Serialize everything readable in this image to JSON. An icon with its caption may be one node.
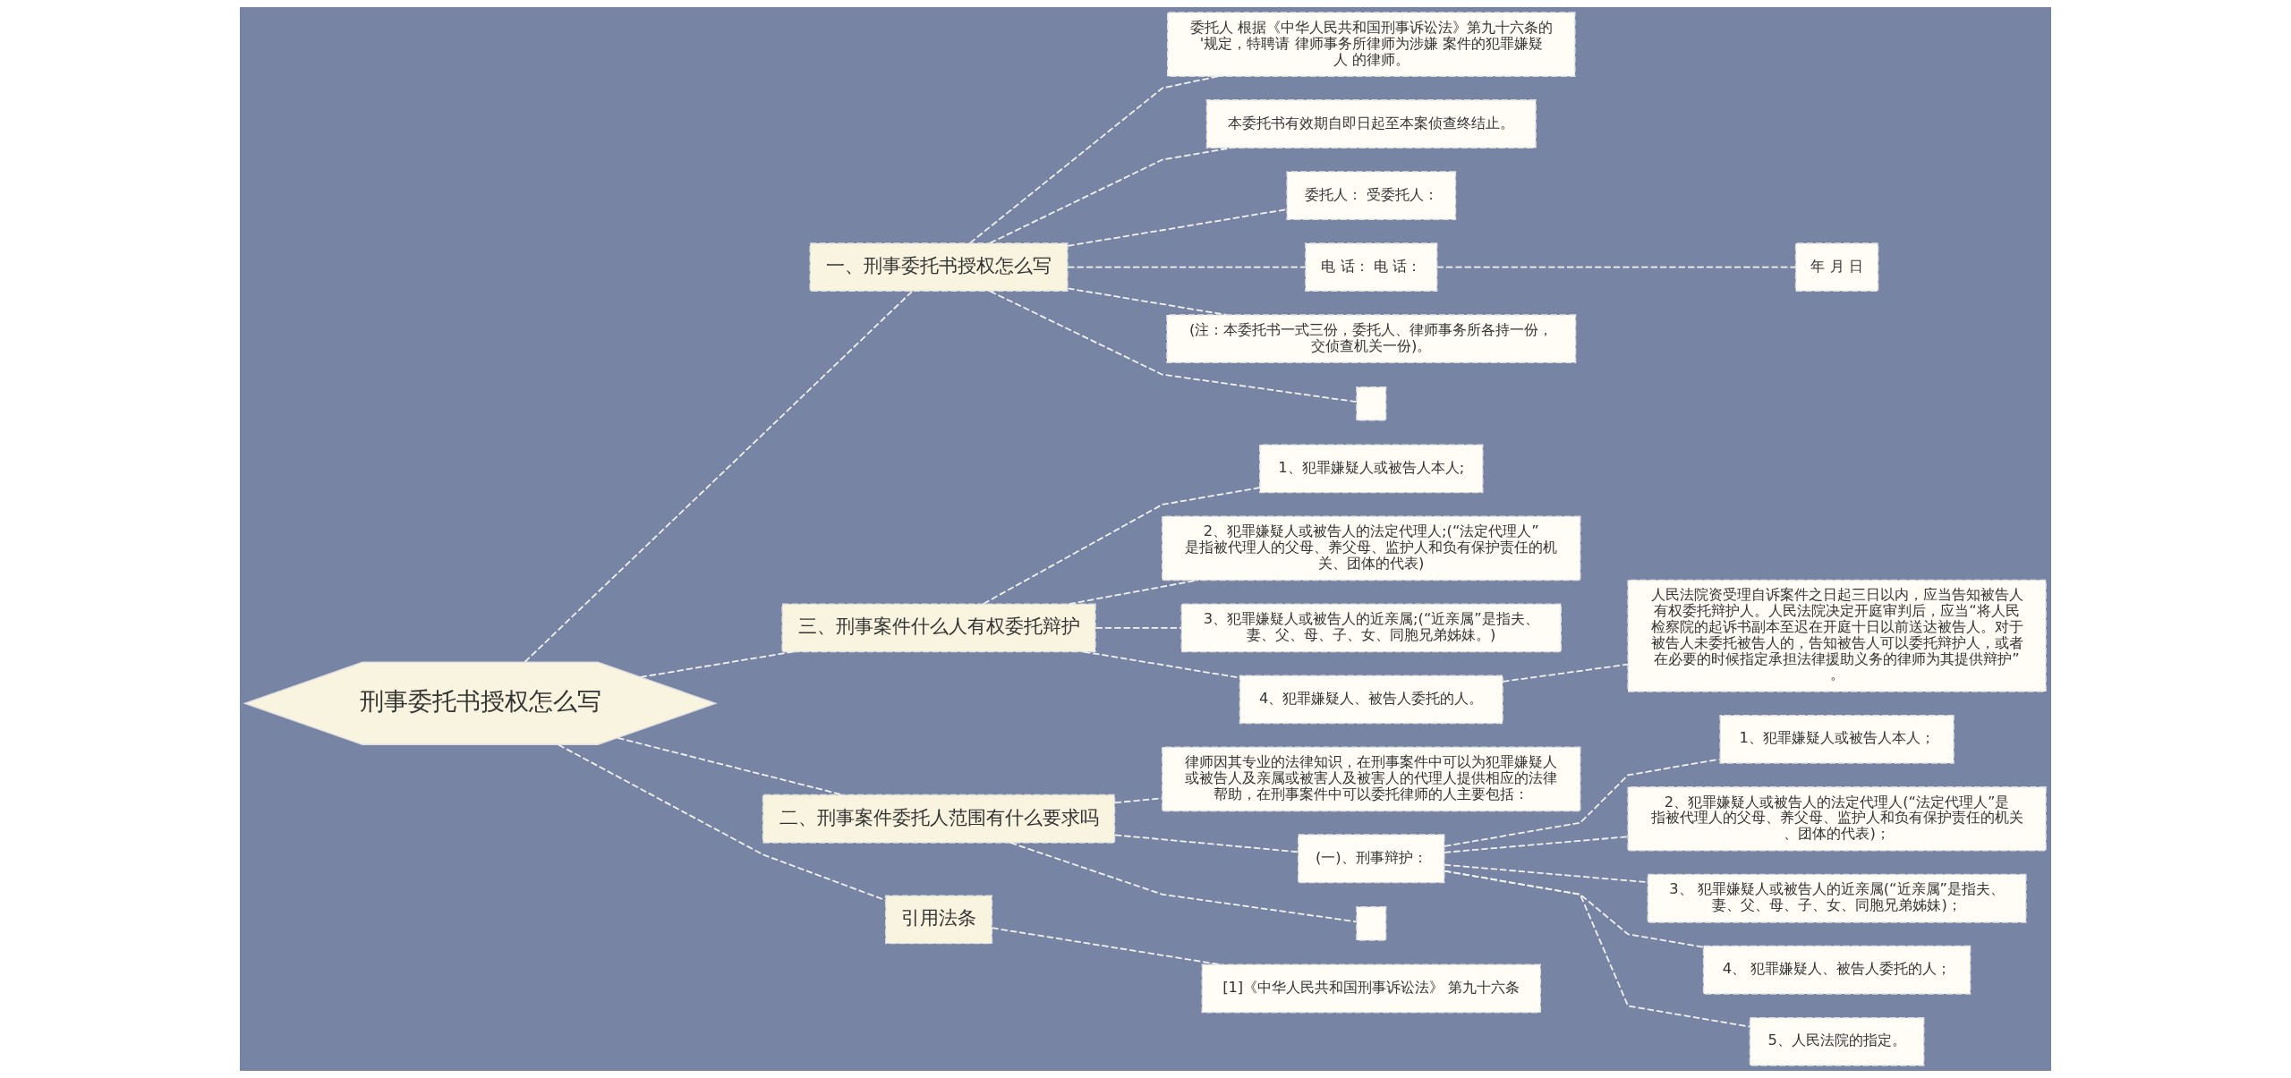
{
  "diagram": {
    "nodes": [
      {
        "text": [
          "刑事委托书授权怎么写"
        ]
      },
      {
        "text": [
          "一、刑事委托书授权怎么写"
        ]
      },
      {
        "text": [
          "委托人 根据《中华人民共和国刑事诉讼法》第九十六条的'规定，特聘请 律师事务所律师为涉嫌 案件的犯罪嫌疑人 的律师。"
        ]
      },
      {
        "text": [
          "本委托书有效期自即日起至本案侦查终结止。"
        ]
      },
      {
        "text": [
          "委托人： 受委托人："
        ]
      },
      {
        "text": [
          "电 话： 电 话："
        ]
      },
      {
        "text": [
          "年 月 日"
        ]
      },
      {
        "text": [
          "(注：本委托书一式三份，委托人、律师事务所各持一份，交侦查机关一份)。"
        ]
      },
      {
        "text": [],
        "shape": "box"
      },
      {
        "text": [
          "三、刑事案件什么人有权委托辩护"
        ]
      },
      {
        "text": [
          "1、犯罪嫌疑人或被告人本人;"
        ]
      },
      {
        "text": [
          "2、犯罪嫌疑人或被告人的法定代理人;(“法定代理人”是指被代理人的父母、养父母、监护人和负有保护责任的机关、团体的代表)"
        ]
      },
      {
        "text": [
          "3、犯罪嫌疑人或被告人的近亲属;(“近亲属”是指夫、妻、父、母、子、女、同胞兄弟姊妹。)"
        ]
      },
      {
        "text": [
          "4、犯罪嫌疑人、被告人委托的人。"
        ]
      },
      {
        "text": [
          "人民法院资受理自诉案件之日起三日以内，应当告知被告人有权委托辩护人。人民法院决定开庭审判后，应当“将人民检察院的起诉书副本至迟在开庭十日以前送达被告人。对于被告人未委托被告人的，告知被告人可以委托辩护人，或者在必要的时候指定承担法律援助义务的律师为其提供辩护”。"
        ]
      },
      {
        "text": [
          "二、刑事案件委托人范围有什么要求吗"
        ]
      },
      {
        "text": [
          "律师因其专业的法律知识，在刑事案件中可以为犯罪嫌疑人或被告人及亲属或被害人及被害人的代理人提供相应的法律帮助，在刑事案件中可以委托律师的人主要包括："
        ]
      },
      {
        "text": [
          "(一)、刑事辩护："
        ]
      },
      {
        "text": [
          "1、犯罪嫌疑人或被告人本人；"
        ]
      },
      {
        "text": [
          "2、犯罪嫌疑人或被告人的法定代理人(“法定代理人”是指被代理人的父母、养父母、监护人和负有保护责任的机关、团体的代表)；"
        ]
      },
      {
        "text": [
          "3、 犯罪嫌疑人或被告人的近亲属(“近亲属”是指夫、妻、父、母、子、女、同胞兄弟姊妹)；"
        ]
      },
      {
        "text": [
          "4、 犯罪嫌疑人、被告人委托的人；"
        ]
      },
      {
        "text": [
          "5、人民法院的指定。"
        ]
      },
      {
        "text": [],
        "shape": "box"
      },
      {
        "text": [
          "引用法条"
        ]
      },
      {
        "text": [
          "[1]《中华人民共和国刑事诉讼法》 第九十六条"
        ]
      }
    ],
    "edges": [
      {
        "from": 0,
        "to": 1,
        "arrow": "none",
        "style": "dashed"
      },
      {
        "from": 1,
        "to": 2,
        "arrow": "none",
        "style": "dashed"
      },
      {
        "from": 1,
        "to": 3,
        "arrow": "none",
        "style": "dashed"
      },
      {
        "from": 1,
        "to": 4,
        "arrow": "none",
        "style": "dashed"
      },
      {
        "from": 1,
        "to": 5,
        "arrow": "none",
        "style": "dashed"
      },
      {
        "from": 5,
        "to": 6,
        "arrow": "none",
        "style": "dashed"
      },
      {
        "from": 1,
        "to": 7,
        "arrow": "none",
        "style": "dashed"
      },
      {
        "from": 1,
        "to": 8,
        "arrow": "none",
        "style": "dashed"
      },
      {
        "from": 0,
        "to": 9,
        "arrow": "none",
        "style": "dashed"
      },
      {
        "from": 9,
        "to": 10,
        "arrow": "none",
        "style": "dashed"
      },
      {
        "from": 9,
        "to": 11,
        "arrow": "none",
        "style": "dashed"
      },
      {
        "from": 9,
        "to": 12,
        "arrow": "none",
        "style": "dashed"
      },
      {
        "from": 9,
        "to": 13,
        "arrow": "none",
        "style": "dashed"
      },
      {
        "from": 13,
        "to": 14,
        "arrow": "none",
        "style": "dashed"
      },
      {
        "from": 0,
        "to": 15,
        "arrow": "none",
        "style": "dashed"
      },
      {
        "from": 15,
        "to": 16,
        "arrow": "none",
        "style": "dashed"
      },
      {
        "from": 15,
        "to": 17,
        "arrow": "none",
        "style": "dashed"
      },
      {
        "from": 17,
        "to": 18,
        "arrow": "none",
        "style": "dashed"
      },
      {
        "from": 17,
        "to": 19,
        "arrow": "none",
        "style": "dashed"
      },
      {
        "from": 17,
        "to": 20,
        "arrow": "none",
        "style": "dashed"
      },
      {
        "from": 17,
        "to": 21,
        "arrow": "none",
        "style": "dashed"
      },
      {
        "from": 17,
        "to": 22,
        "arrow": "none",
        "style": "dashed"
      },
      {
        "from": 15,
        "to": 23,
        "arrow": "none",
        "style": "dashed"
      },
      {
        "from": 0,
        "to": 24,
        "arrow": "none",
        "style": "dashed"
      },
      {
        "from": 24,
        "to": 25,
        "arrow": "none",
        "style": "dashed"
      }
    ]
  }
}
